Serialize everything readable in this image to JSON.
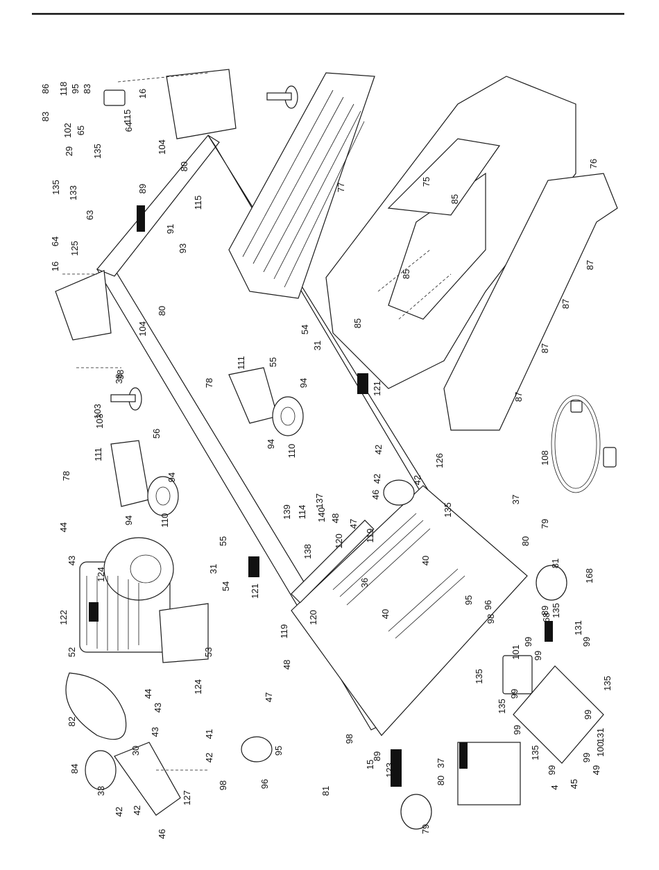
{
  "labels": [
    {
      "text": "86"
    },
    {
      "text": "118"
    },
    {
      "text": "95"
    },
    {
      "text": "83"
    },
    {
      "text": "83"
    },
    {
      "text": "102"
    },
    {
      "text": "65"
    },
    {
      "text": "135"
    },
    {
      "text": "29"
    },
    {
      "text": "135"
    },
    {
      "text": "133"
    },
    {
      "text": "89"
    },
    {
      "text": "63"
    },
    {
      "text": "64"
    },
    {
      "text": "125"
    },
    {
      "text": "16"
    },
    {
      "text": "115"
    },
    {
      "text": "16"
    },
    {
      "text": "64"
    },
    {
      "text": "104"
    },
    {
      "text": "80"
    },
    {
      "text": "91"
    },
    {
      "text": "93"
    },
    {
      "text": "80"
    },
    {
      "text": "104"
    },
    {
      "text": "115"
    },
    {
      "text": "103"
    },
    {
      "text": "38"
    },
    {
      "text": "77"
    },
    {
      "text": "75"
    },
    {
      "text": "76"
    },
    {
      "text": "85"
    },
    {
      "text": "85"
    },
    {
      "text": "85"
    },
    {
      "text": "87"
    },
    {
      "text": "87"
    },
    {
      "text": "87"
    },
    {
      "text": "87"
    },
    {
      "text": "54"
    },
    {
      "text": "31"
    },
    {
      "text": "55"
    },
    {
      "text": "121"
    },
    {
      "text": "111"
    },
    {
      "text": "78"
    },
    {
      "text": "94"
    },
    {
      "text": "94"
    },
    {
      "text": "110"
    },
    {
      "text": "38"
    },
    {
      "text": "103"
    },
    {
      "text": "56"
    },
    {
      "text": "111"
    },
    {
      "text": "78"
    },
    {
      "text": "94"
    },
    {
      "text": "94"
    },
    {
      "text": "110"
    },
    {
      "text": "108"
    },
    {
      "text": "42"
    },
    {
      "text": "126"
    },
    {
      "text": "42"
    },
    {
      "text": "42"
    },
    {
      "text": "46"
    },
    {
      "text": "137"
    },
    {
      "text": "139"
    },
    {
      "text": "114"
    },
    {
      "text": "140"
    },
    {
      "text": "48"
    },
    {
      "text": "47"
    },
    {
      "text": "119"
    },
    {
      "text": "120"
    },
    {
      "text": "138"
    },
    {
      "text": "135"
    },
    {
      "text": "37"
    },
    {
      "text": "79"
    },
    {
      "text": "40"
    },
    {
      "text": "80"
    },
    {
      "text": "81"
    },
    {
      "text": "168"
    },
    {
      "text": "44"
    },
    {
      "text": "43"
    },
    {
      "text": "124"
    },
    {
      "text": "122"
    },
    {
      "text": "52"
    },
    {
      "text": "55"
    },
    {
      "text": "31"
    },
    {
      "text": "54"
    },
    {
      "text": "121"
    },
    {
      "text": "36"
    },
    {
      "text": "95"
    },
    {
      "text": "96"
    },
    {
      "text": "98"
    },
    {
      "text": "40"
    },
    {
      "text": "120"
    },
    {
      "text": "119"
    },
    {
      "text": "53"
    },
    {
      "text": "44"
    },
    {
      "text": "43"
    },
    {
      "text": "124"
    },
    {
      "text": "43"
    },
    {
      "text": "82"
    },
    {
      "text": "48"
    },
    {
      "text": "47"
    },
    {
      "text": "89"
    },
    {
      "text": "135"
    },
    {
      "text": "68"
    },
    {
      "text": "131"
    },
    {
      "text": "99"
    },
    {
      "text": "101"
    },
    {
      "text": "135"
    },
    {
      "text": "99"
    },
    {
      "text": "99"
    },
    {
      "text": "135"
    },
    {
      "text": "99"
    },
    {
      "text": "99"
    },
    {
      "text": "135"
    },
    {
      "text": "99"
    },
    {
      "text": "131"
    },
    {
      "text": "100"
    },
    {
      "text": "99"
    },
    {
      "text": "135"
    },
    {
      "text": "99"
    },
    {
      "text": "4"
    },
    {
      "text": "45"
    },
    {
      "text": "49"
    },
    {
      "text": "30"
    },
    {
      "text": "84"
    },
    {
      "text": "127"
    },
    {
      "text": "33"
    },
    {
      "text": "42"
    },
    {
      "text": "42"
    },
    {
      "text": "46"
    },
    {
      "text": "41"
    },
    {
      "text": "42"
    },
    {
      "text": "95"
    },
    {
      "text": "98"
    },
    {
      "text": "96"
    },
    {
      "text": "98"
    },
    {
      "text": "89"
    },
    {
      "text": "15"
    },
    {
      "text": "123"
    },
    {
      "text": "37"
    },
    {
      "text": "80"
    },
    {
      "text": "79"
    },
    {
      "text": "81"
    }
  ]
}
